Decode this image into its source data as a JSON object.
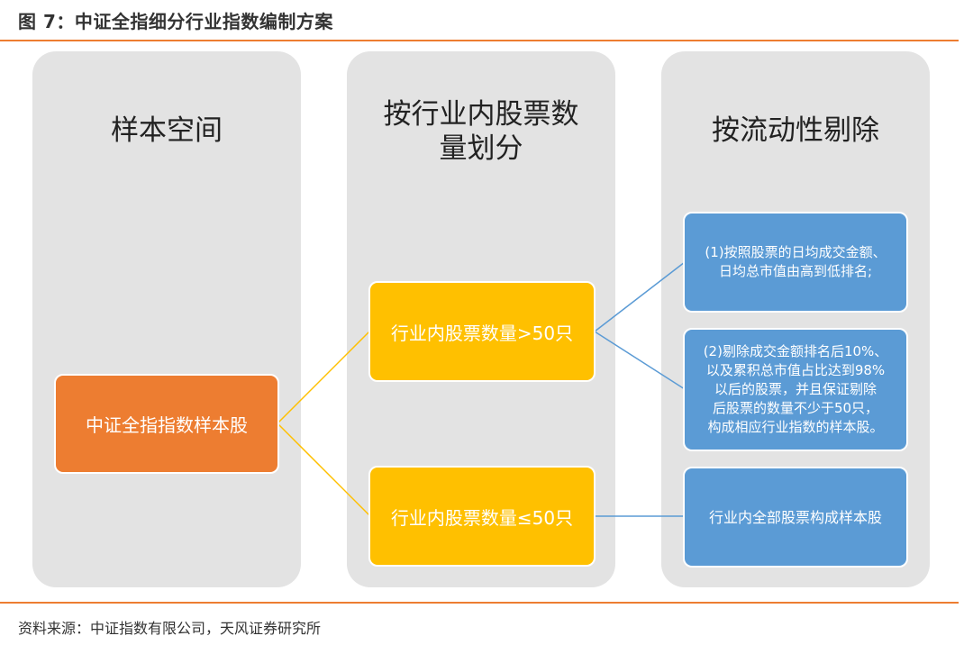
{
  "figure": {
    "title": "图 7：中证全指细分行业指数编制方案",
    "source": "资料来源：中证指数有限公司，天风证券研究所"
  },
  "columns": [
    {
      "heading": "样本空间"
    },
    {
      "heading_line1": "按行业内股票数",
      "heading_line2": "量划分"
    },
    {
      "heading": "按流动性剔除"
    }
  ],
  "nodes": {
    "sample_stocks": "中证全指指数样本股",
    "gt50": "行业内股票数量>50只",
    "le50": "行业内股票数量≤50只",
    "rule1_line1": "(1)按照股票的日均成交金额、",
    "rule1_line2": "日均总市值由高到低排名;",
    "rule2_line1": "(2)剔除成交金额排名后10%、",
    "rule2_line2": "以及累积总市值占比达到98%",
    "rule2_line3": "以后的股票，并且保证剔除",
    "rule2_line4": "后股票的数量不少于50只，",
    "rule2_line5": "构成相应行业指数的样本股。",
    "all_stocks": "行业内全部股票构成样本股"
  },
  "colors": {
    "rule": "#ED7D31",
    "column_bg": "#E3E3E3",
    "orange_box": "#ED7D31",
    "yellow_box": "#FFC000",
    "blue_box": "#5B9BD5",
    "yellow_connector": "#FFC000",
    "blue_connector": "#5B9BD5"
  }
}
